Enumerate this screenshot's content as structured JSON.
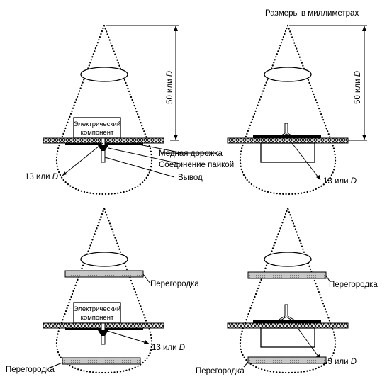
{
  "header": {
    "units_note": "Размеры в миллиметрах"
  },
  "panels": {
    "top_left": {
      "component": [
        "Электрический",
        "компонент"
      ],
      "dimension_vertical": "50 или D",
      "dimension_radius": "13 или D",
      "labels": [
        "Медная дорожка",
        "Соединение пайкой",
        "Вывод"
      ]
    },
    "top_right": {
      "dimension_vertical": "50 или D",
      "dimension_radius": "13 или D"
    },
    "bottom_left": {
      "component": [
        "Электрический",
        "компонент"
      ],
      "barrier_top": "Перегородка",
      "barrier_bottom": "Перегородка",
      "dimension_radius": "13 или D"
    },
    "bottom_right": {
      "barrier_top": "Перегородка",
      "barrier_bottom": "Перегородка",
      "dimension_radius": "13 или D"
    }
  },
  "colors": {
    "ink": "#000000",
    "background": "#ffffff",
    "barrier_fill": "#cfcfcf"
  }
}
